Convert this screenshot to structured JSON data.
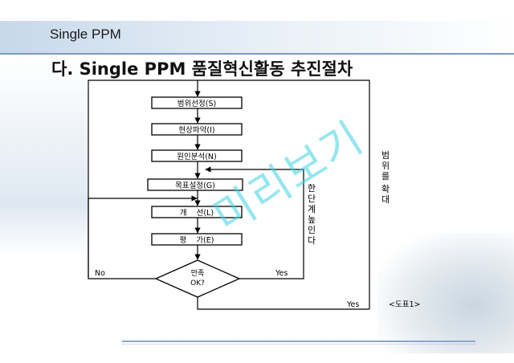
{
  "header": {
    "text": "Single PPM"
  },
  "title": "다. Single PPM 품질혁신활동 추진절차",
  "steps": [
    "범위선정(S)",
    "현상파악(I)",
    "원인분석(N)",
    "목표설정(G)",
    "개    선(L)",
    "평    가(E)"
  ],
  "decision": {
    "line1": "만족",
    "line2": "OK?"
  },
  "labels": {
    "no": "No",
    "yes_inner": "Yes",
    "yes_bottom": "Yes",
    "next_stage": [
      "한",
      "단",
      "계",
      "높",
      "인",
      "다"
    ],
    "expand_scope": [
      "범",
      "위",
      "를",
      "",
      "확",
      "대"
    ]
  },
  "figure_caption": "<도표1>",
  "watermark": "미리보기",
  "colors": {
    "header_line": "#7f97c4",
    "watermark": "#3cd2e1"
  }
}
